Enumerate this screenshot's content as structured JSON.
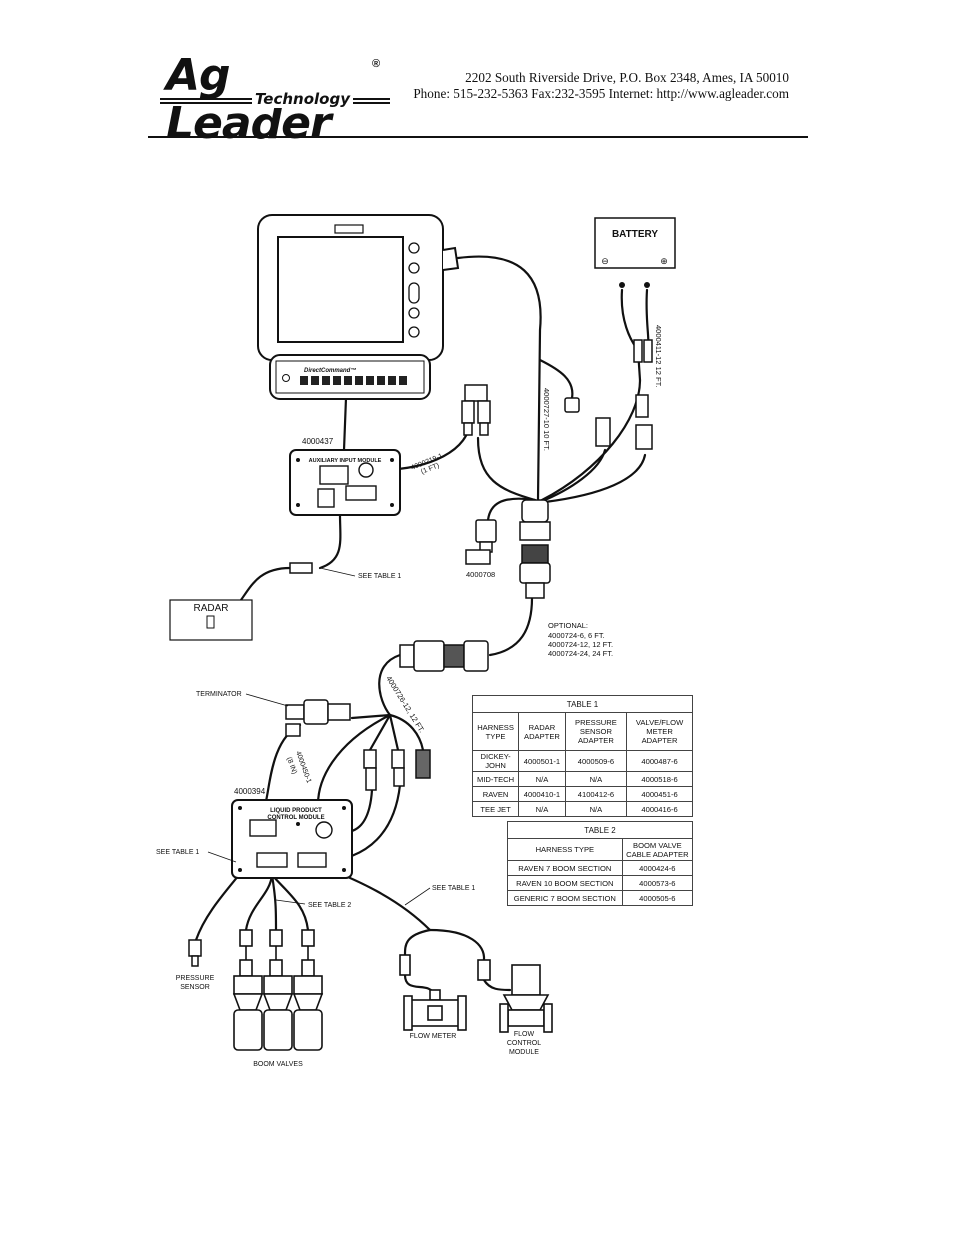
{
  "header": {
    "logo_main": "Ag Leader",
    "logo_sub": "Technology",
    "logo_reg": "®",
    "address": "2202 South Riverside Drive, P.O. Box 2348, Ames, IA  50010",
    "contact": "Phone: 515-232-5363  Fax:232-3595  Internet:  http://www.agleader.com"
  },
  "diagram": {
    "battery_label": "BATTERY",
    "battery_neg": "⊖",
    "battery_pos": "⊕",
    "display_panel_label": "DirectCommand™",
    "aux_module_label": "AUXILIARY INPUT MODULE",
    "lpcm_label_1": "LIQUID PRODUCT",
    "lpcm_label_2": "CONTROL MODULE",
    "part_4000437": "4000437",
    "part_4000219": "4000219-1",
    "part_4000219_len": "(1 FT)",
    "part_4000727": "4000727-10  10  FT.",
    "part_4000411": "4000411-12  12  FT.",
    "part_4000708": "4000708",
    "see_table_1_radar": "SEE  TABLE  1",
    "radar_label": "RADAR",
    "optional_title": "OPTIONAL:",
    "optional_1": "4000724-6,  6  FT.",
    "optional_2": "4000724-12,  12  FT.",
    "optional_3": "4000724-24,  24  FT.",
    "terminator_label": "TERMINATOR",
    "part_4000726": "4000726-12,  12  FT.",
    "part_4000450": "4000450-1",
    "part_4000450_len": "(8 IN)",
    "part_4000394": "4000394",
    "see_table_1_left": "SEE  TABLE  1",
    "see_table_2": "SEE  TABLE  2",
    "see_table_1_flow": "SEE  TABLE  1",
    "pressure_sensor_1": "PRESSURE",
    "pressure_sensor_2": "SENSOR",
    "boom_valves_label": "BOOM  VALVES",
    "flow_meter_label": "FLOW  METER",
    "flow_control_1": "FLOW",
    "flow_control_2": "CONTROL",
    "flow_control_3": "MODULE"
  },
  "table1": {
    "caption": "TABLE  1",
    "headers": [
      "HARNESS TYPE",
      "RADAR ADAPTER",
      "PRESSURE SENSOR ADAPTER",
      "VALVE/FLOW METER ADAPTER"
    ],
    "rows": [
      [
        "DICKEY-JOHN",
        "4000501-1",
        "4000509-6",
        "4000487-6"
      ],
      [
        "MID-TECH",
        "N/A",
        "N/A",
        "4000518-6"
      ],
      [
        "RAVEN",
        "4000410-1",
        "4100412-6",
        "4000451-6"
      ],
      [
        "TEE JET",
        "N/A",
        "N/A",
        "4000416-6"
      ]
    ]
  },
  "table2": {
    "caption": "TABLE  2",
    "headers": [
      "HARNESS  TYPE",
      "BOOM  VALVE CABLE  ADAPTER"
    ],
    "rows": [
      [
        "RAVEN  7  BOOM  SECTION",
        "4000424-6"
      ],
      [
        "RAVEN  10  BOOM  SECTION",
        "4000573-6"
      ],
      [
        "GENERIC  7  BOOM  SECTION",
        "4000505-6"
      ]
    ]
  }
}
